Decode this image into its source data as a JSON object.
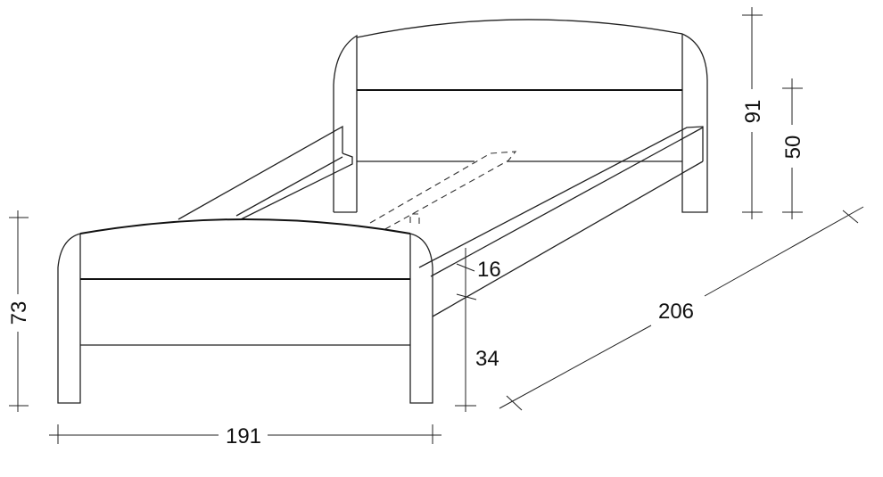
{
  "title": "Bed dimension drawing",
  "dimensions": {
    "footboard_height": "73",
    "width": "191",
    "rail_height": "16",
    "rail_floor_clearance": "34",
    "headboard_height": "91",
    "headboard_panel_height": "50",
    "length": "206"
  },
  "colors": {
    "line": "#222222",
    "background": "#ffffff"
  }
}
